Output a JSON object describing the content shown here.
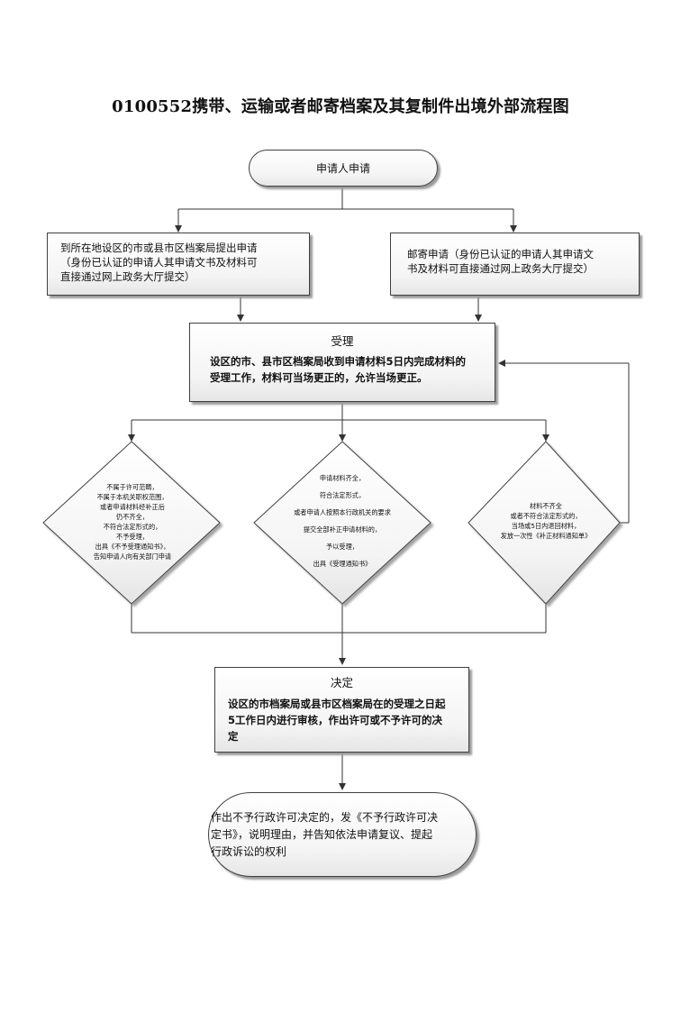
{
  "title": "0100552携带、运输或者邮寄档案及其复制件出境外部流程图",
  "start": "申请人申请",
  "left_apply": [
    "到所在地设区的市或县市区档案局提出申请",
    "（身份已认证的申请人其申请文书及材料可",
    "直接通过网上政务大厅提交）"
  ],
  "right_apply": [
    "邮寄申请（身份已认证的申请人其申请文",
    "书及材料可直接通过网上政务大厅提交）"
  ],
  "accept": {
    "heading": "受理",
    "body": [
      "设区的市、县市区档案局收到申请材料5日内完成材料的",
      "受理工作，材料可当场更正的，允许当场更正。"
    ]
  },
  "diamond_left": [
    "不属于许可范畴，",
    "不属于本机关职权范围，",
    "或者申请材料经补正后",
    "仍不齐全，",
    "不符合法定形式的，",
    "不予受理，",
    "出具《不予受理通知书》，",
    "告知申请人向有关部门申请"
  ],
  "diamond_mid": [
    "申请材料齐全，",
    "符合法定形式，",
    "或者申请人按照本行政机关的要求",
    "提交全部补正申请材料的，",
    "予以受理，",
    "出具《受理通知书》"
  ],
  "diamond_right": [
    "材料不齐全",
    "或者不符合法定形式的，",
    "当场或5日内退回材料，",
    "发放一次性《补正材料通知单》"
  ],
  "decision": {
    "heading": "决定",
    "body": [
      "设区的市档案局或县市区档案局在的受理之日起",
      "5工作日内进行审核，作出许可或不予许可的决",
      "定"
    ]
  },
  "end": [
    "作出不予行政许可决定的，发《不予行政许可决",
    "定书》，说明理由，并告知依法申请复议、提起",
    "行政诉讼的权利"
  ]
}
